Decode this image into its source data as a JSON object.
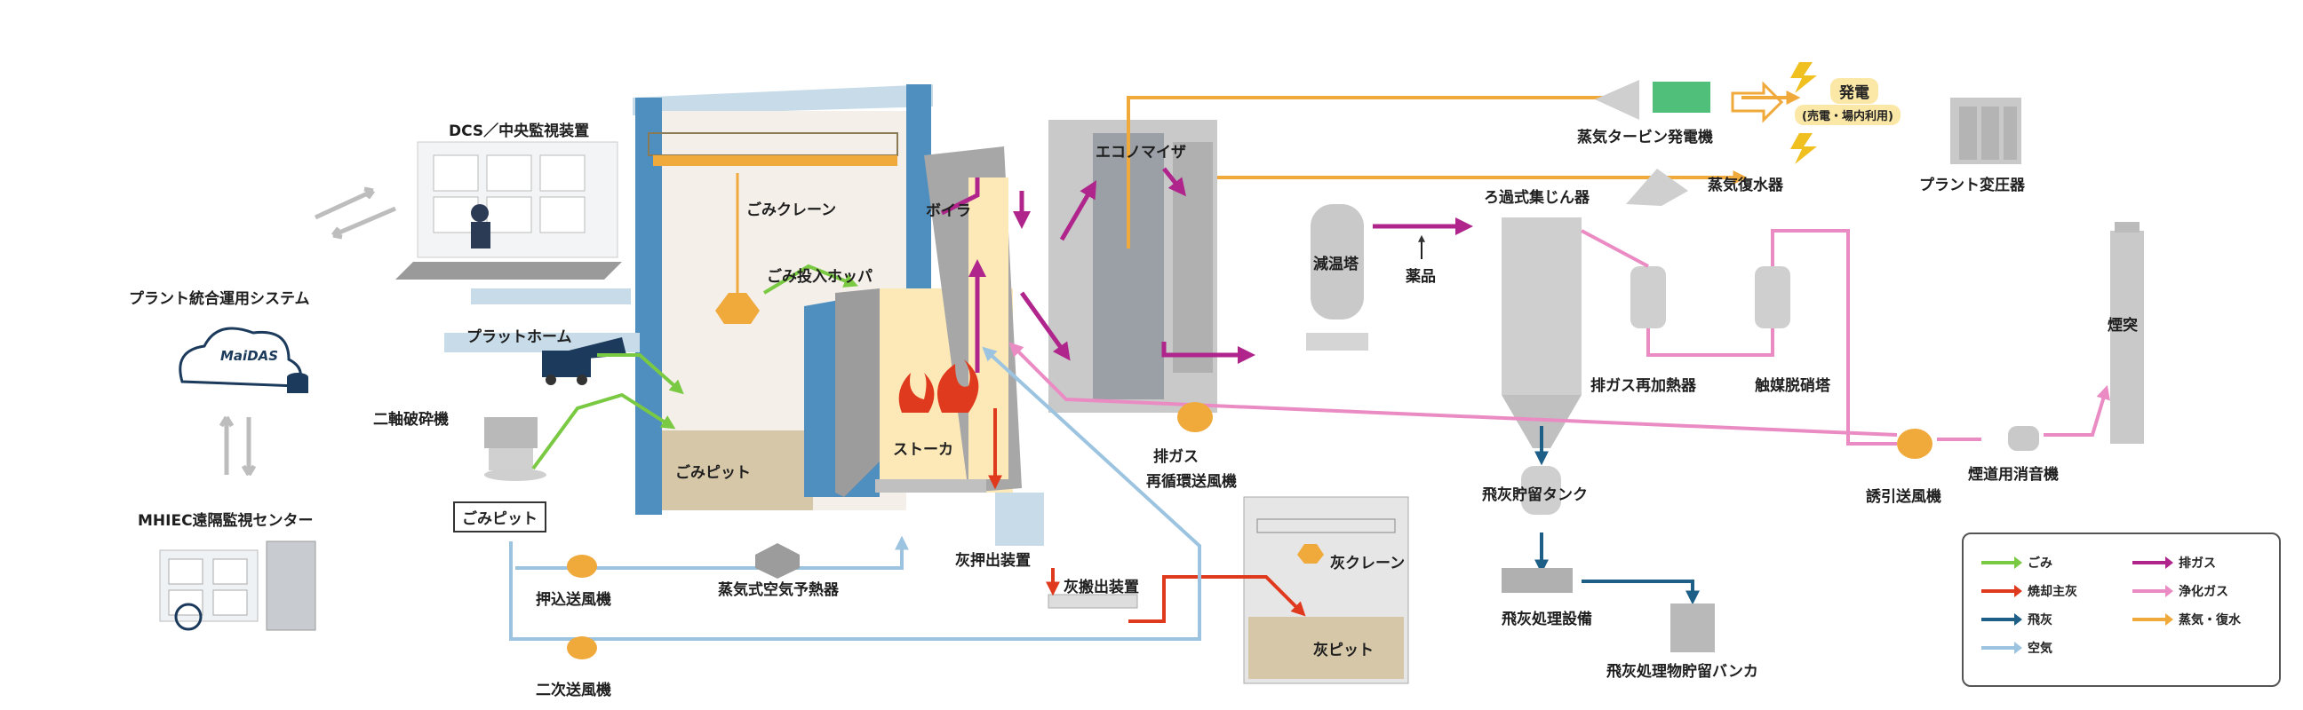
{
  "labels": {
    "dcs": "DCS／中央監視装置",
    "maidas_system": "プラント統合運用システム",
    "maidas_logo": "MaiDAS",
    "remote_center": "MHIEC遠隔監視センター",
    "crane": "ごみクレーン",
    "hopper": "ごみ投入ホッパ",
    "platform": "プラットホーム",
    "shredder": "二軸破砕機",
    "pit": "ごみピット",
    "pit_box": "ごみピット",
    "stoker": "ストーカ",
    "boiler": "ボイラ",
    "economizer": "エコノマイザ",
    "ash_pusher": "灰押出装置",
    "ash_conveyor": "灰搬出装置",
    "ash_crane": "灰クレーン",
    "ash_pit": "灰ピット",
    "push_fan": "押込送風機",
    "secondary_fan": "二次送風機",
    "air_preheater": "蒸気式空気予熱器",
    "flue_recirc_fan_1": "排ガス",
    "flue_recirc_fan_2": "再循環送風機",
    "cooling_tower": "減温塔",
    "chemicals": "薬品",
    "bag_filter": "ろ過式集じん器",
    "reheater": "排ガス再加熱器",
    "denox": "触媒脱硝塔",
    "fly_ash_tank": "飛灰貯留タンク",
    "fly_ash_treatment": "飛灰処理設備",
    "fly_ash_bunker": "飛灰処理物貯留バンカ",
    "turbine": "蒸気タービン発電機",
    "condenser": "蒸気復水器",
    "power": "発電",
    "power_sub": "(売電・場内利用)",
    "transformer": "プラント変圧器",
    "induced_fan": "誘引送風機",
    "silencer": "煙道用消音機",
    "stack": "煙突"
  },
  "legend": [
    {
      "label": "ごみ",
      "color": "#7ac943"
    },
    {
      "label": "排ガス",
      "color": "#b0258c"
    },
    {
      "label": "焼却主灰",
      "color": "#e03a1e"
    },
    {
      "label": "浄化ガス",
      "color": "#ea8cc3"
    },
    {
      "label": "飛灰",
      "color": "#1d5f86"
    },
    {
      "label": "蒸気・復水",
      "color": "#f0a93b"
    },
    {
      "label": "空気",
      "color": "#9cc4e0"
    }
  ],
  "colors": {
    "waste": "#7ac943",
    "flue_gas": "#b0258c",
    "bottom_ash": "#e03a1e",
    "clean_gas": "#ea8cc3",
    "fly_ash": "#1d5f86",
    "steam": "#f0a93b",
    "air": "#9cc4e0",
    "building_blue": "#4f8fc0",
    "pit_fill": "#d6c7a8",
    "machine_gray": "#b9b9b9"
  }
}
